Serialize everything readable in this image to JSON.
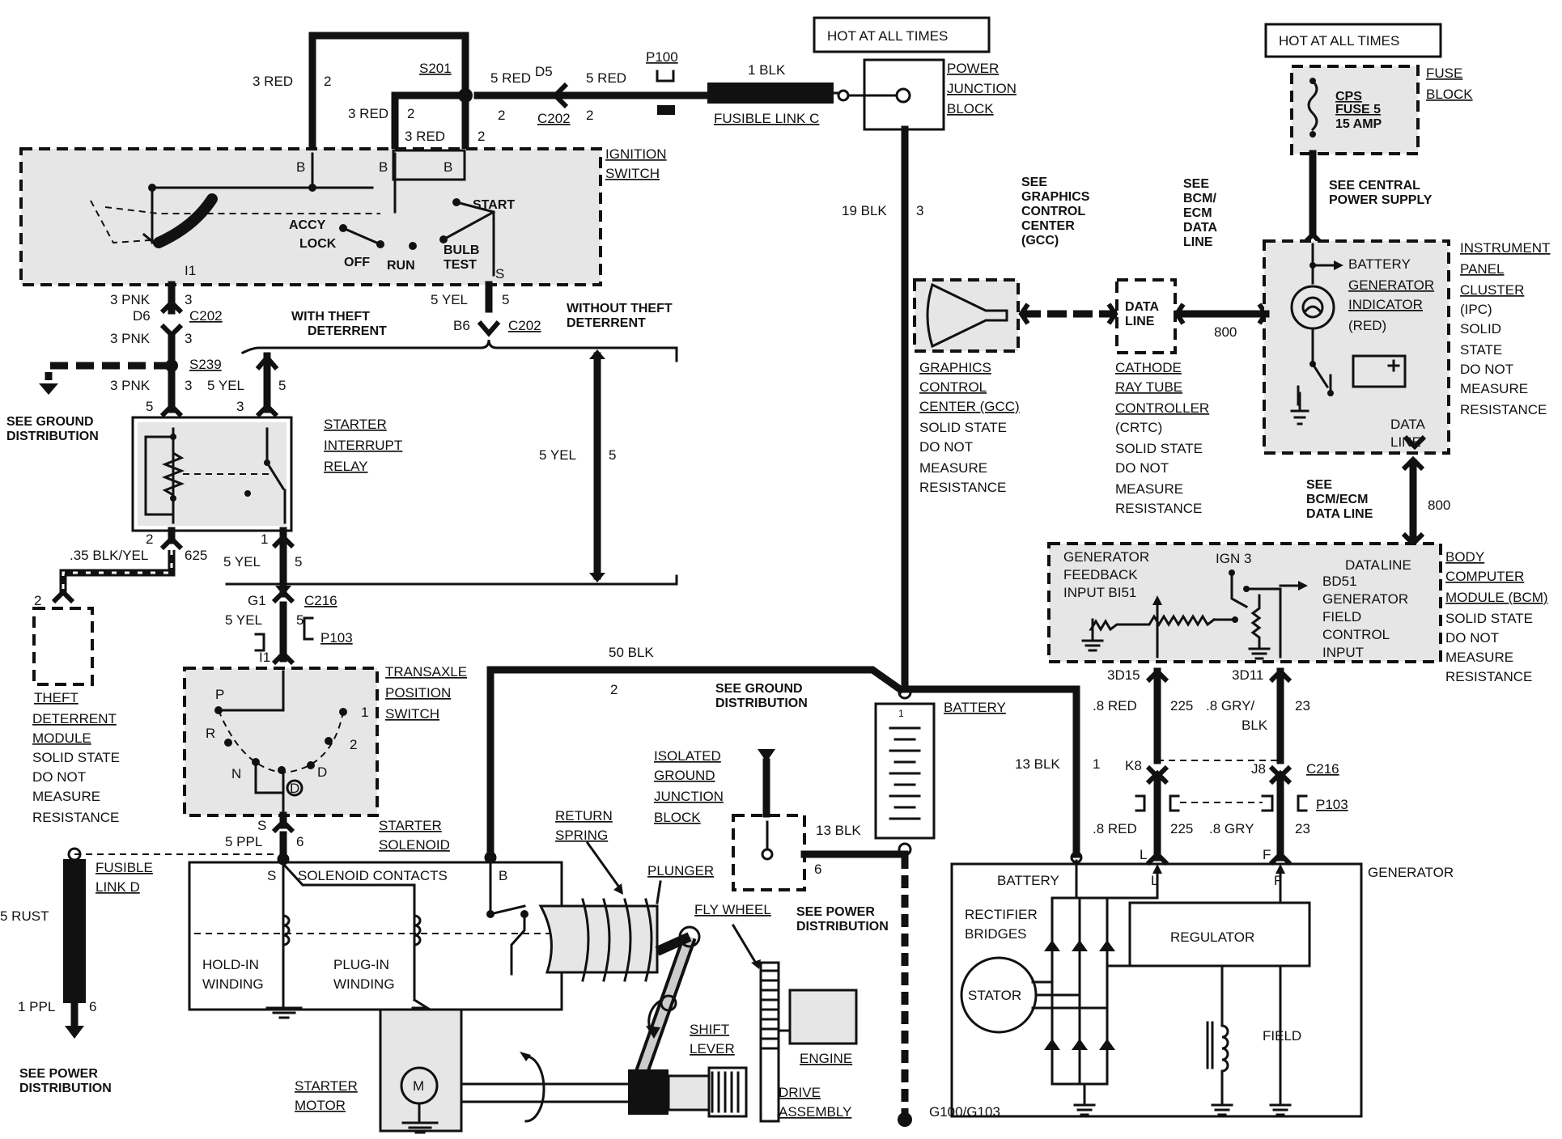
{
  "hot_left": "HOT AT ALL TIMES",
  "hot_right": "HOT AT ALL TIMES",
  "power_junction_block": [
    "POWER",
    "JUNCTION",
    "BLOCK"
  ],
  "fusible_link_c": "FUSIBLE LINK C",
  "blk_1": "1 BLK",
  "p100": "P100",
  "c202": "C202",
  "red_5a": "5 RED",
  "red_5b": "5 RED",
  "d5": "D5",
  "s201": "S201",
  "red_3a": "3 RED",
  "red_3b": "3 RED",
  "red_3c": "3 RED",
  "ignition_switch": [
    "IGNITION",
    "SWITCH"
  ],
  "ign_positions": {
    "accy": "ACCY",
    "lock": "LOCK",
    "off": "OFF",
    "run": "RUN",
    "bulb": "BULB",
    "test": "TEST",
    "start": "START"
  },
  "term_b": "B",
  "term_i1": "I1",
  "term_s": "S",
  "pnk_3": "3 PNK",
  "d6": "D6",
  "c202b": "C202",
  "s239": "S239",
  "see_ground": [
    "SEE GROUND",
    "DISTRIBUTION"
  ],
  "with_theft": [
    "WITH THEFT",
    "DETERRENT"
  ],
  "without_theft": [
    "WITHOUT THEFT",
    "DETERRENT"
  ],
  "yel_5": "5 YEL",
  "b6": "B6",
  "starter_interrupt_relay": [
    "STARTER",
    "INTERRUPT",
    "RELAY"
  ],
  "blk_yel_35": ".35 BLK/YEL",
  "n625": "625",
  "c216": "C216",
  "g1": "G1",
  "p103": "P103",
  "theft_module": [
    "THEFT",
    "DETERRENT",
    "MODULE",
    "SOLID STATE",
    "DO NOT",
    "MEASURE",
    "RESISTANCE"
  ],
  "transaxle": [
    "TRANSAXLE",
    "POSITION",
    "SWITCH"
  ],
  "prnd": {
    "p": "P",
    "r": "R",
    "n": "N",
    "d": "D",
    "one": "1",
    "two": "2",
    "od": "D"
  },
  "ppl_5": "5 PPL",
  "fusible_link_d": [
    "FUSIBLE",
    "LINK D"
  ],
  "rust_5": "5 RUST",
  "ppl_1": "1 PPL",
  "see_power_left": [
    "SEE POWER",
    "DISTRIBUTION"
  ],
  "starter_solenoid": [
    "STARTER",
    "SOLENOID"
  ],
  "solenoid_contacts": "SOLENOID CONTACTS",
  "hold_in": [
    "HOLD-IN",
    "WINDING"
  ],
  "pull_in": [
    "PLUG-IN",
    "WINDING"
  ],
  "starter_motor": [
    "STARTER",
    "MOTOR"
  ],
  "motor_m": "M",
  "return_spring": [
    "RETURN",
    "SPRING"
  ],
  "plunger": "PLUNGER",
  "fly_wheel": "FLY WHEEL",
  "shift_lever": [
    "SHIFT",
    "LEVER"
  ],
  "engine": "ENGINE",
  "drive_assembly": [
    "DRIVE",
    "ASSEMBLY"
  ],
  "isolated_gjb": [
    "ISOLATED",
    "GROUND",
    "JUNCTION",
    "BLOCK"
  ],
  "see_power_mid": [
    "SEE POWER",
    "DISTRIBUTION"
  ],
  "blk_13": "13 BLK",
  "blk_50": "50 BLK",
  "blk_19": "19 BLK",
  "see_ground_mid": [
    "SEE GROUND",
    "DISTRIBUTION"
  ],
  "battery": "BATTERY",
  "g100": "G100/G103",
  "gcc_see": [
    "SEE",
    "GRAPHICS",
    "CONTROL",
    "CENTER",
    "(GCC)"
  ],
  "gcc_label": [
    "GRAPHICS",
    "CONTROL",
    "CENTER (GCC)",
    "SOLID STATE",
    "DO NOT",
    "MEASURE",
    "RESISTANCE"
  ],
  "bcm_see": [
    "SEE",
    "BCM/",
    "ECM",
    "DATA",
    "LINE"
  ],
  "data_line": [
    "DATA",
    "LINE"
  ],
  "crtc_label": [
    "CATHODE",
    "RAY TUBE",
    "CONTROLLER",
    "(CRTC)",
    "SOLID STATE",
    "DO NOT",
    "MEASURE",
    "RESISTANCE"
  ],
  "n800": "800",
  "fuse_block": [
    "FUSE",
    "BLOCK"
  ],
  "cps_fuse": [
    "CPS",
    "FUSE 5",
    "15 AMP"
  ],
  "see_central": [
    "SEE CENTRAL",
    "POWER SUPPLY"
  ],
  "ipc_label": [
    "INSTRUMENT",
    "PANEL",
    "CLUSTER",
    "(IPC)",
    "SOLID",
    "STATE",
    "DO NOT",
    "MEASURE",
    "RESISTANCE"
  ],
  "gen_indicator": [
    "BATTERY",
    "GENERATOR",
    "INDICATOR",
    "(RED)"
  ],
  "bcm_ecm_see": [
    "SEE",
    "BCM/ECM",
    "DATA LINE"
  ],
  "bcm_label": [
    "BODY",
    "COMPUTER",
    "MODULE (BCM)",
    "SOLID STATE",
    "DO NOT",
    "MEASURE",
    "RESISTANCE"
  ],
  "gen_feedback": [
    "GENERATOR",
    "FEEDBACK",
    "INPUT BI51"
  ],
  "ign3": "IGN 3",
  "bd51": [
    "BD51",
    "GENERATOR",
    "FIELD",
    "CONTROL",
    "INPUT"
  ],
  "pins": {
    "d15": "3D15",
    "d11": "3D11",
    "k8": "K8",
    "j8": "J8"
  },
  "red_8": ".8 RED",
  "n225": "225",
  "gry_blk": [
    ".8 GRY/",
    "BLK"
  ],
  "gry_8": ".8 GRY",
  "n23": "23",
  "generator": "GENERATOR",
  "gen_inside": {
    "battery": "BATTERY",
    "rectifier": [
      "RECTIFIER",
      "BRIDGES"
    ],
    "regulator": "REGULATOR",
    "stator": "STATOR",
    "field": "FIELD",
    "l": "L",
    "f": "F"
  },
  "nums": {
    "n1": "1",
    "n2": "2",
    "n3": "3",
    "n5": "5",
    "n6": "6"
  }
}
